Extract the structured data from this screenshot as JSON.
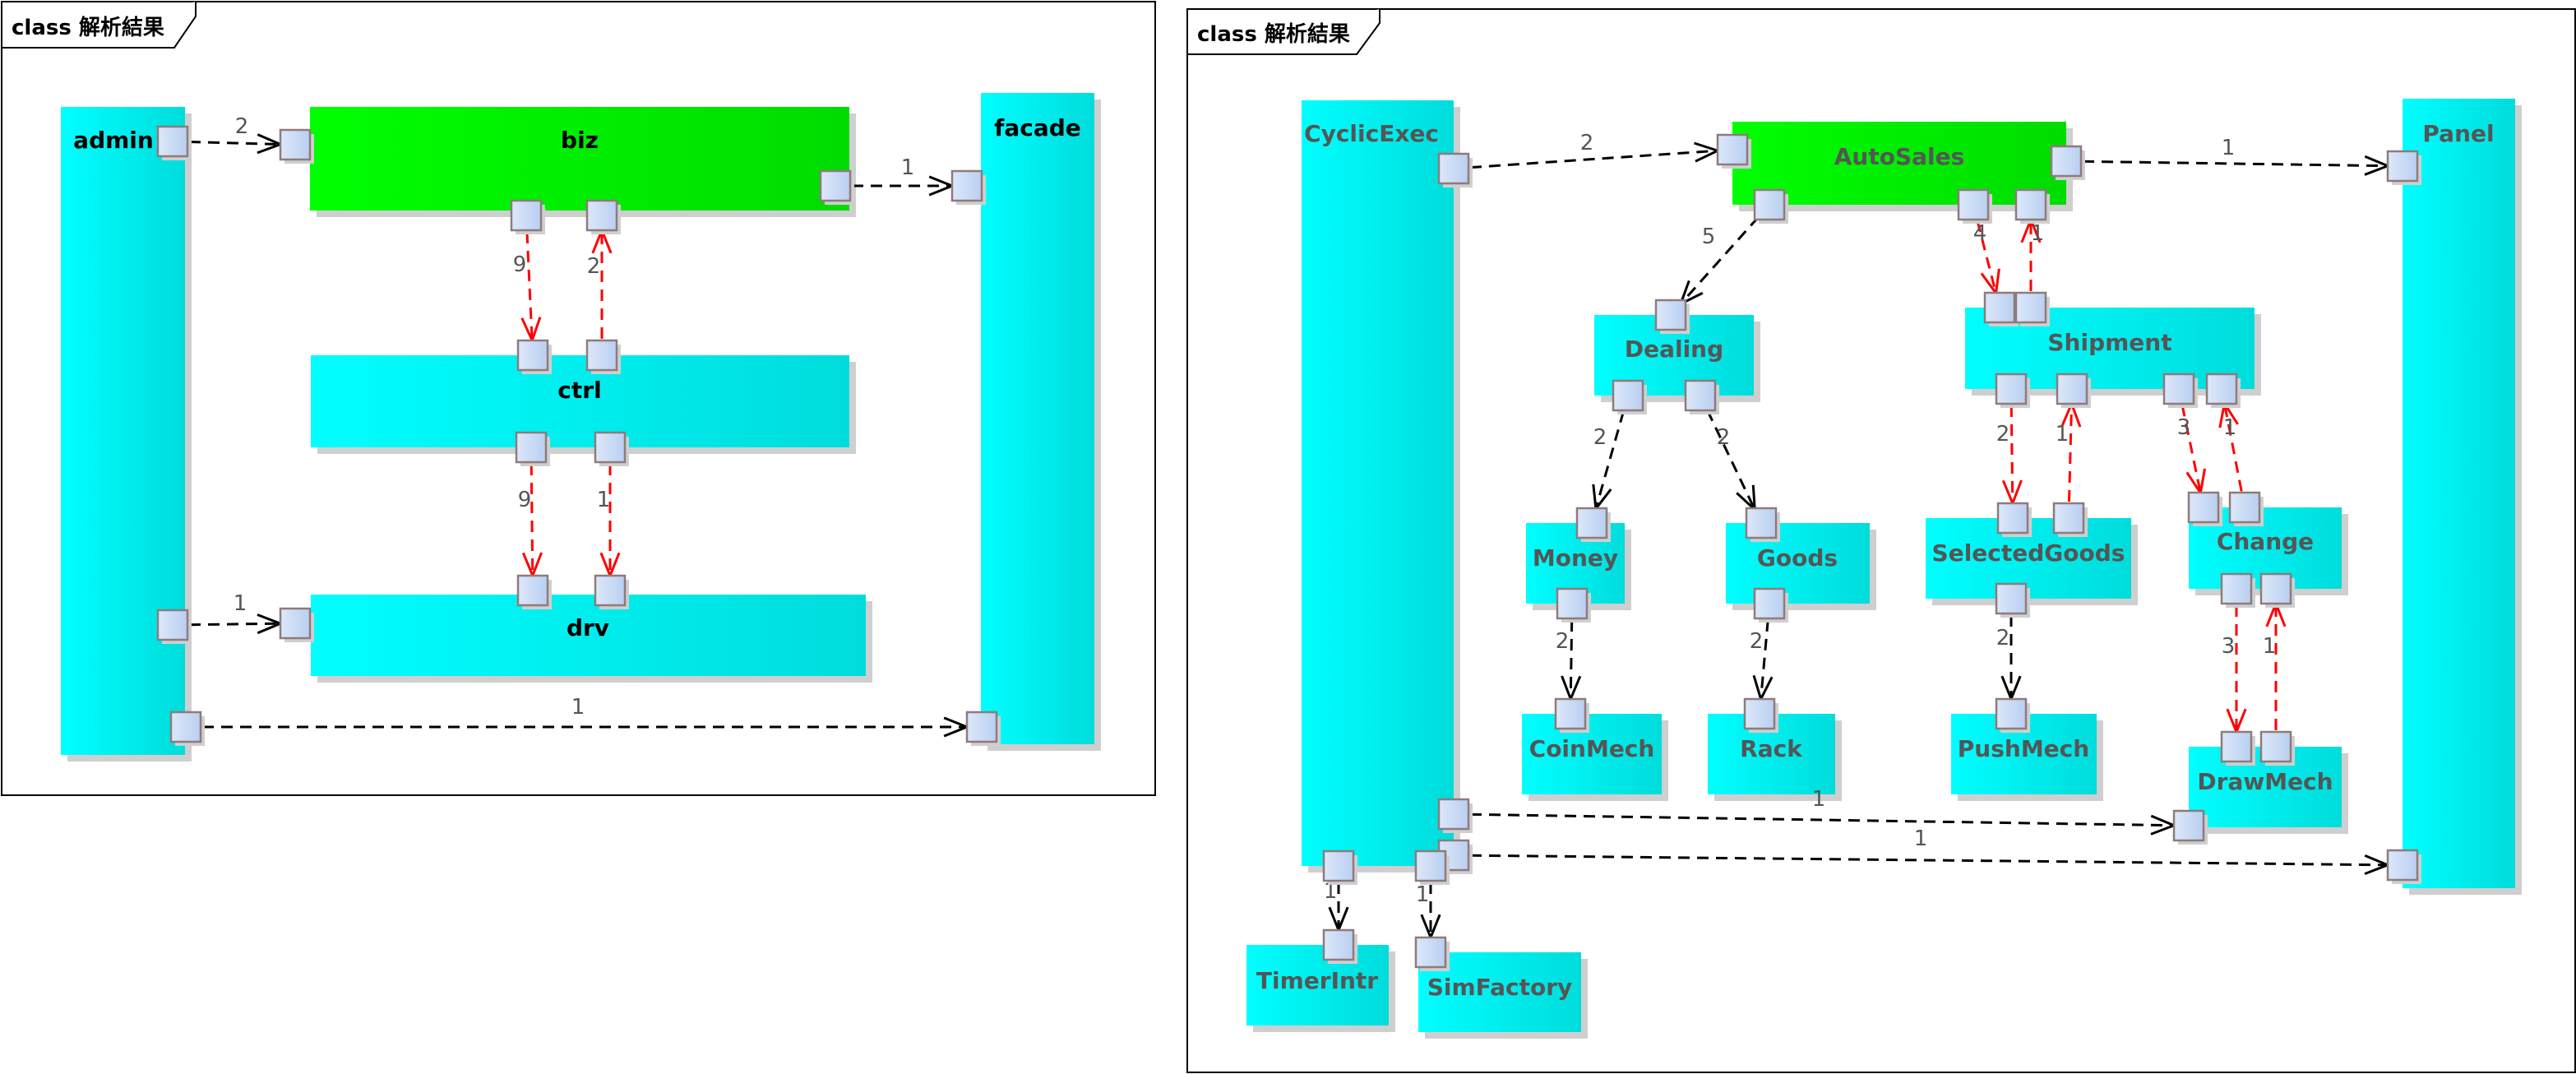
{
  "colors": {
    "package_fill": "#00ffff",
    "package_fill_edge": "#00dcdc",
    "highlight_fill": "#00ff00",
    "highlight_fill_edge": "#00dc00",
    "port_fill": "#dce8fa",
    "port_fill_edge": "#b9cff0",
    "port_border": "#8f7b7b",
    "shadow": "#cfcfcf",
    "dependency": "#000000",
    "cyclic_dependency": "#ff0000",
    "frame_border": "#000000",
    "label_left": "#000000",
    "label_right": "#555555"
  },
  "diagrams": [
    {
      "id": "left",
      "title": "class 解析結果",
      "nodes": [
        {
          "id": "admin",
          "label": "admin",
          "highlight": false
        },
        {
          "id": "biz",
          "label": "biz",
          "highlight": true
        },
        {
          "id": "facade",
          "label": "facade",
          "highlight": false
        },
        {
          "id": "ctrl",
          "label": "ctrl",
          "highlight": false
        },
        {
          "id": "drv",
          "label": "drv",
          "highlight": false
        }
      ],
      "edges": [
        {
          "from": "admin",
          "to": "biz",
          "count": "2",
          "cyclic": false
        },
        {
          "from": "biz",
          "to": "facade",
          "count": "1",
          "cyclic": false
        },
        {
          "from": "biz",
          "to": "ctrl",
          "count": "9",
          "cyclic": true
        },
        {
          "from": "ctrl",
          "to": "biz",
          "count": "2",
          "cyclic": true
        },
        {
          "from": "ctrl",
          "to": "drv",
          "count": "9",
          "cyclic": true
        },
        {
          "from": "drv",
          "to": "ctrl",
          "count": "1",
          "cyclic": true
        },
        {
          "from": "admin",
          "to": "drv",
          "count": "1",
          "cyclic": false
        },
        {
          "from": "admin",
          "to": "facade",
          "count": "1",
          "cyclic": false
        }
      ]
    },
    {
      "id": "right",
      "title": "class 解析結果",
      "nodes": [
        {
          "id": "CyclicExec",
          "label": "CyclicExec",
          "highlight": false
        },
        {
          "id": "AutoSales",
          "label": "AutoSales",
          "highlight": true
        },
        {
          "id": "Panel",
          "label": "Panel",
          "highlight": false
        },
        {
          "id": "Dealing",
          "label": "Dealing",
          "highlight": false
        },
        {
          "id": "Shipment",
          "label": "Shipment",
          "highlight": false
        },
        {
          "id": "Money",
          "label": "Money",
          "highlight": false
        },
        {
          "id": "Goods",
          "label": "Goods",
          "highlight": false
        },
        {
          "id": "SelectedGoods",
          "label": "SelectedGoods",
          "highlight": false
        },
        {
          "id": "Change",
          "label": "Change",
          "highlight": false
        },
        {
          "id": "CoinMech",
          "label": "CoinMech",
          "highlight": false
        },
        {
          "id": "Rack",
          "label": "Rack",
          "highlight": false
        },
        {
          "id": "PushMech",
          "label": "PushMech",
          "highlight": false
        },
        {
          "id": "DrawMech",
          "label": "DrawMech",
          "highlight": false
        },
        {
          "id": "TimerIntr",
          "label": "TimerIntr",
          "highlight": false
        },
        {
          "id": "SimFactory",
          "label": "SimFactory",
          "highlight": false
        }
      ],
      "edges": [
        {
          "from": "CyclicExec",
          "to": "AutoSales",
          "count": "2",
          "cyclic": false
        },
        {
          "from": "AutoSales",
          "to": "Panel",
          "count": "1",
          "cyclic": false
        },
        {
          "from": "AutoSales",
          "to": "Dealing",
          "count": "5",
          "cyclic": false
        },
        {
          "from": "AutoSales",
          "to": "Shipment",
          "count": "4",
          "cyclic": true
        },
        {
          "from": "Shipment",
          "to": "AutoSales",
          "count": "1",
          "cyclic": true
        },
        {
          "from": "Dealing",
          "to": "Money",
          "count": "2",
          "cyclic": false
        },
        {
          "from": "Dealing",
          "to": "Goods",
          "count": "2",
          "cyclic": false
        },
        {
          "from": "Shipment",
          "to": "SelectedGoods",
          "count": "2",
          "cyclic": true
        },
        {
          "from": "SelectedGoods",
          "to": "Shipment",
          "count": "1",
          "cyclic": true
        },
        {
          "from": "Shipment",
          "to": "Change",
          "count": "3",
          "cyclic": true
        },
        {
          "from": "Change",
          "to": "Shipment",
          "count": "1",
          "cyclic": true
        },
        {
          "from": "Money",
          "to": "CoinMech",
          "count": "2",
          "cyclic": false
        },
        {
          "from": "Goods",
          "to": "Rack",
          "count": "2",
          "cyclic": false
        },
        {
          "from": "SelectedGoods",
          "to": "PushMech",
          "count": "2",
          "cyclic": false
        },
        {
          "from": "Change",
          "to": "DrawMech",
          "count": "3",
          "cyclic": true
        },
        {
          "from": "DrawMech",
          "to": "Change",
          "count": "1",
          "cyclic": true
        },
        {
          "from": "CyclicExec",
          "to": "DrawMech",
          "count": "1",
          "cyclic": false
        },
        {
          "from": "CyclicExec",
          "to": "Panel",
          "count": "1",
          "cyclic": false
        },
        {
          "from": "CyclicExec",
          "to": "TimerIntr",
          "count": "1",
          "cyclic": false
        },
        {
          "from": "CyclicExec",
          "to": "SimFactory",
          "count": "1",
          "cyclic": false
        }
      ]
    }
  ]
}
